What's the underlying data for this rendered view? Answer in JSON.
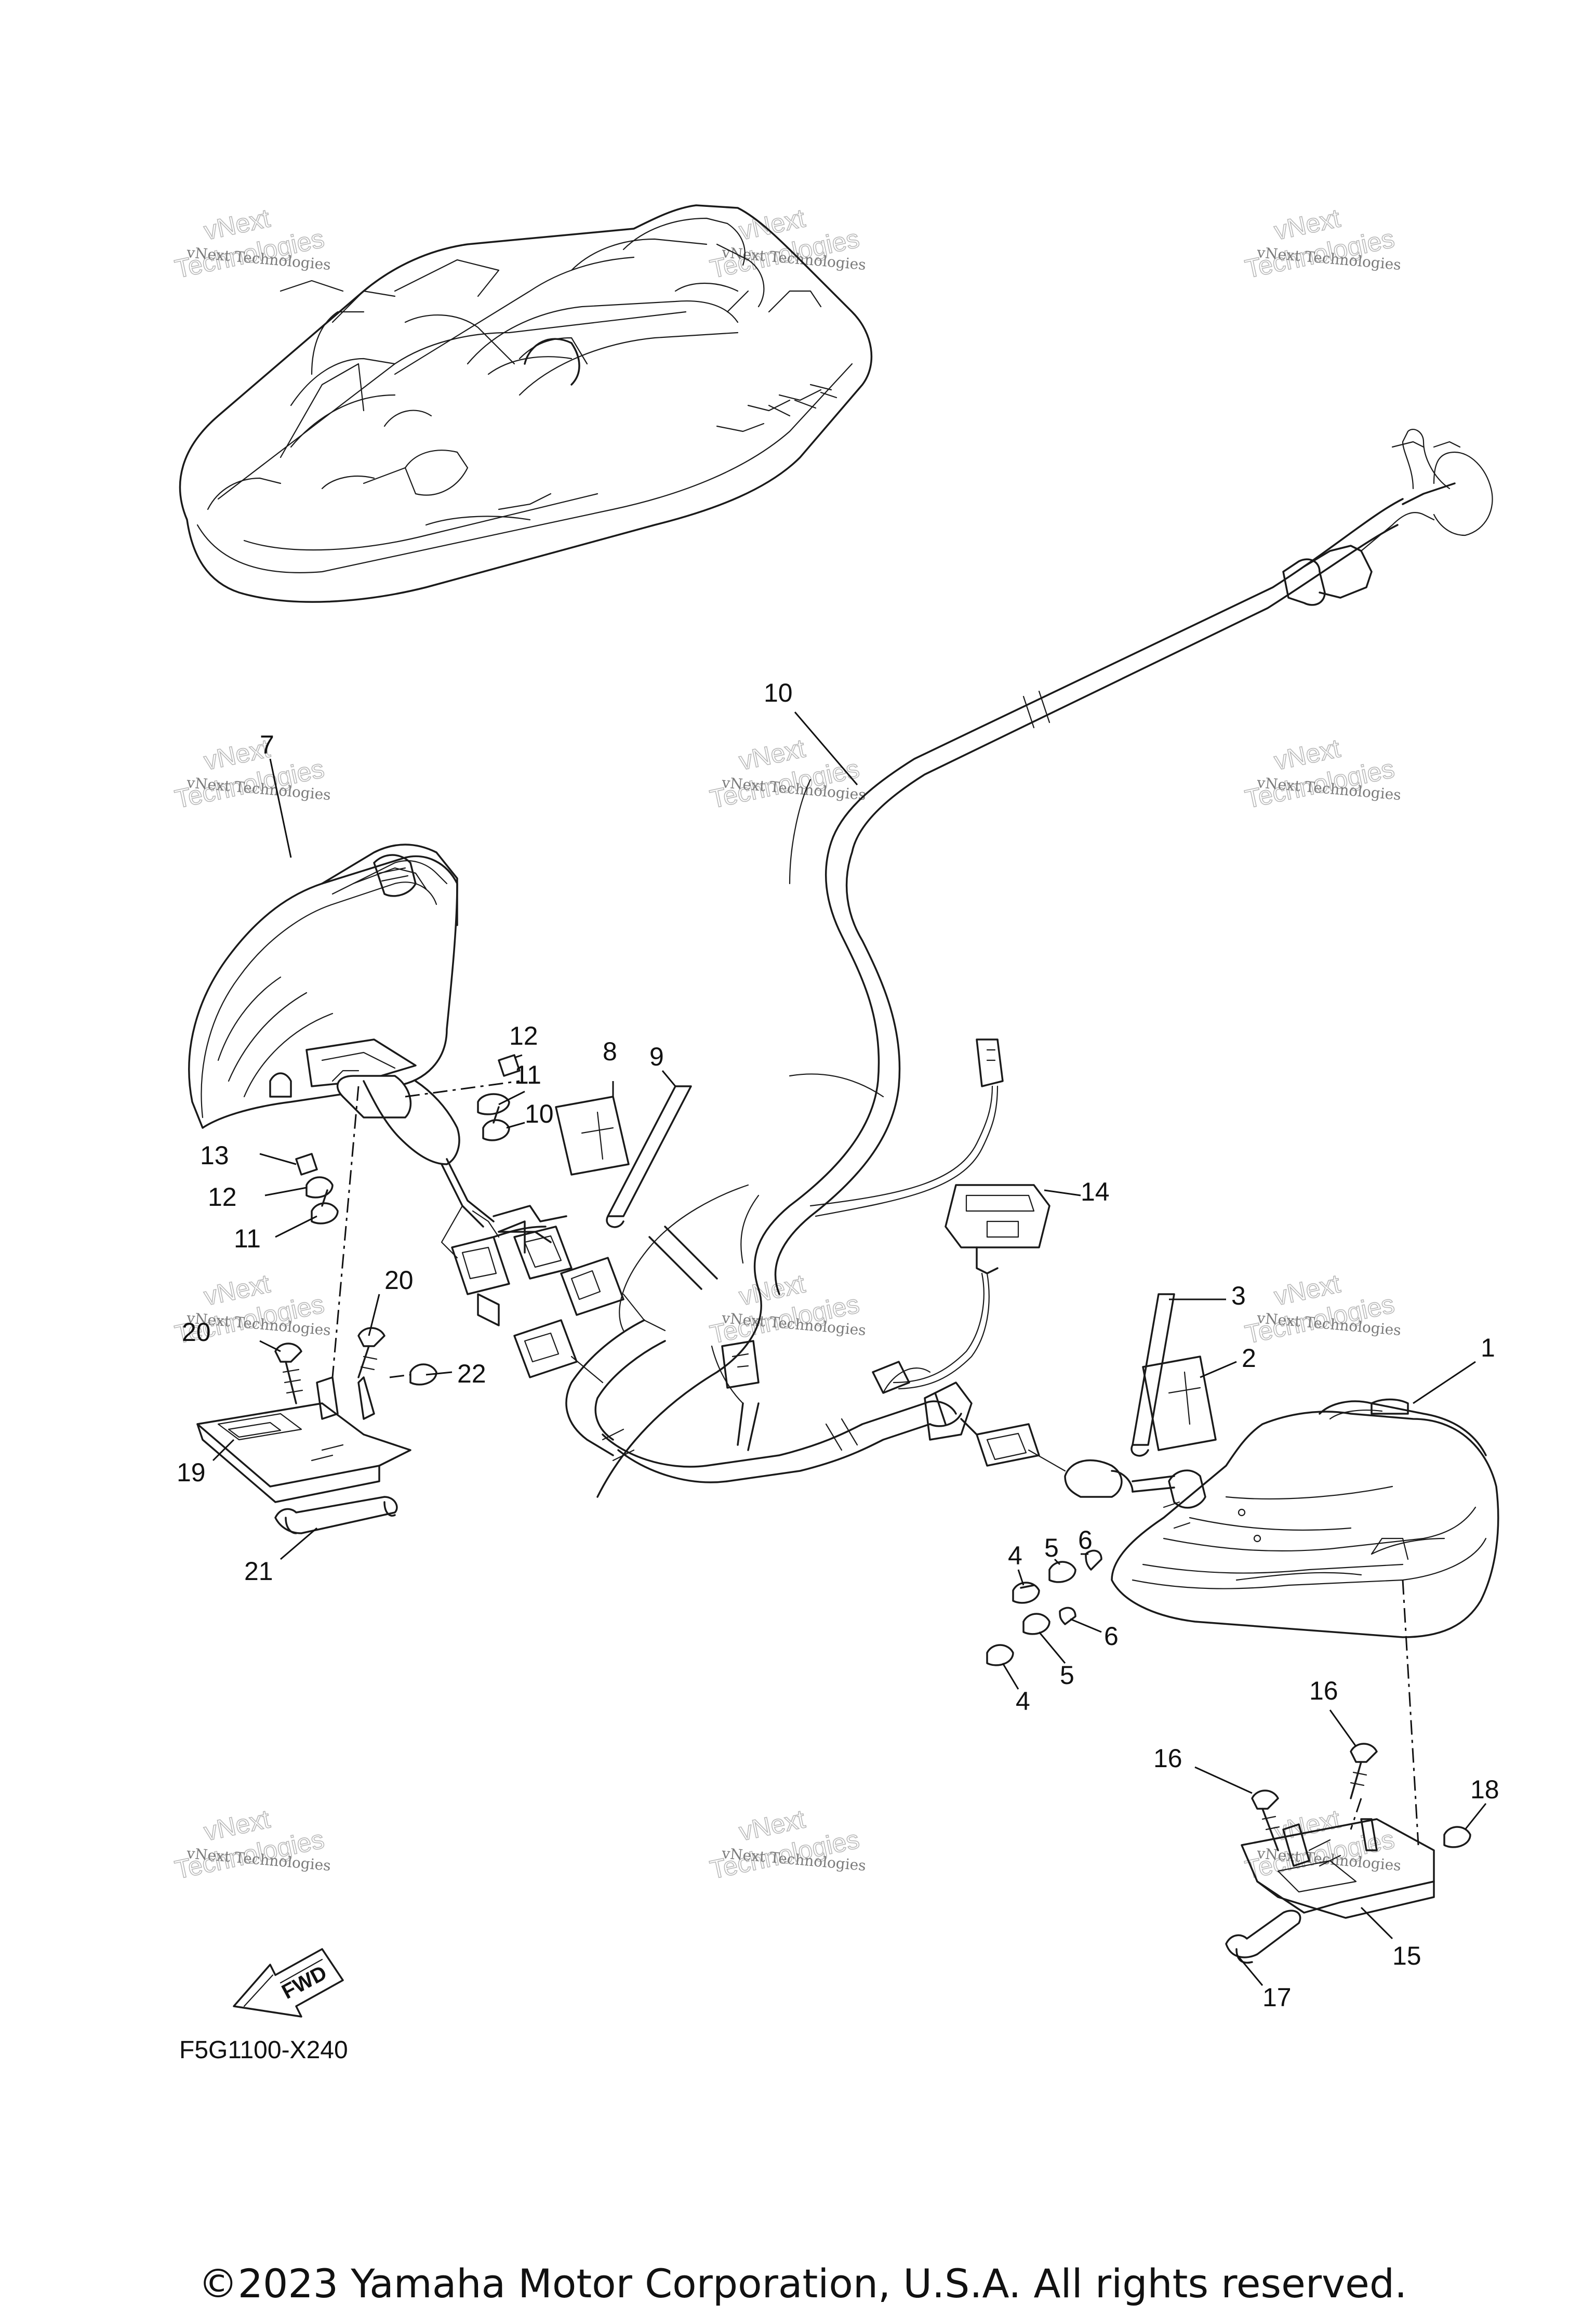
{
  "diagram": {
    "code": "F5G1100-X240",
    "copyright": "©2023 Yamaha Motor Corporation, U.S.A. All rights reserved.",
    "fwd_label": "FWD",
    "watermark": {
      "line1": "vNext Technologies",
      "line2": "Technologies",
      "line0": "vNext"
    },
    "callouts": [
      {
        "id": "1",
        "text": "1"
      },
      {
        "id": "2",
        "text": "2"
      },
      {
        "id": "3",
        "text": "3"
      },
      {
        "id": "4a",
        "text": "4"
      },
      {
        "id": "4b",
        "text": "4"
      },
      {
        "id": "5a",
        "text": "5"
      },
      {
        "id": "5b",
        "text": "5"
      },
      {
        "id": "6a",
        "text": "6"
      },
      {
        "id": "6b",
        "text": "6"
      },
      {
        "id": "7",
        "text": "7"
      },
      {
        "id": "8",
        "text": "8"
      },
      {
        "id": "9",
        "text": "9"
      },
      {
        "id": "10a",
        "text": "10"
      },
      {
        "id": "10b",
        "text": "10"
      },
      {
        "id": "11a",
        "text": "11"
      },
      {
        "id": "11b",
        "text": "11"
      },
      {
        "id": "12a",
        "text": "12"
      },
      {
        "id": "12b",
        "text": "12"
      },
      {
        "id": "13",
        "text": "13"
      },
      {
        "id": "14",
        "text": "14"
      },
      {
        "id": "15",
        "text": "15"
      },
      {
        "id": "16a",
        "text": "16"
      },
      {
        "id": "16b",
        "text": "16"
      },
      {
        "id": "17",
        "text": "17"
      },
      {
        "id": "18",
        "text": "18"
      },
      {
        "id": "19",
        "text": "19"
      },
      {
        "id": "20a",
        "text": "20"
      },
      {
        "id": "20b",
        "text": "20"
      },
      {
        "id": "21",
        "text": "21"
      },
      {
        "id": "22",
        "text": "22"
      }
    ]
  }
}
